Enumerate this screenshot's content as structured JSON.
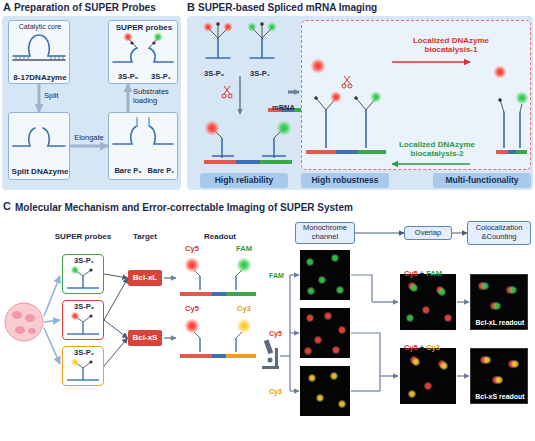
{
  "diagram": {
    "nodes": [
      {
        "text": [
          "A",
          "Preparation of SUPER Probes"
        ]
      },
      {
        "text": [
          "Catalytic core",
          "8-17DNAzyme"
        ],
        "in": 0
      },
      {
        "text": [
          "Split DNAzyme"
        ],
        "in": 0
      },
      {
        "text": [
          "Bare P₀",
          "Bare P₁"
        ],
        "in": 0
      },
      {
        "text": [
          "SUPER probes",
          "3S-P₀",
          "3S-P₁"
        ],
        "in": 0
      },
      {
        "text": [
          "B",
          "SUPER-based Spliced mRNA Imaging"
        ]
      },
      {
        "text": [
          "High reliability"
        ],
        "in": 5
      },
      {
        "text": [
          "Localized DNAzyme biocatalysis-1",
          "Localized DNAzyme biocatalysis-2"
        ],
        "in": 5
      },
      {
        "text": [
          "High robustness"
        ],
        "in": 5
      },
      {
        "text": [
          "Multi-functionality"
        ],
        "in": 5
      },
      {
        "text": [
          "3S-P₁"
        ]
      },
      {
        "text": [
          "3S-P₀"
        ]
      },
      {
        "text": [
          "3S-P₂"
        ]
      },
      {
        "text": [
          "Bcl-xL"
        ]
      },
      {
        "text": [
          "Bcl-xS"
        ]
      },
      {
        "text": [
          "Monochrome channel"
        ]
      },
      {
        "text": [
          "Overlap"
        ]
      },
      {
        "text": [
          "Colocalization &Counting"
        ]
      },
      {
        "text": [
          "Bcl-xL readout"
        ]
      },
      {
        "text": [
          "Bcl-xS readout"
        ]
      }
    ],
    "edges": [
      {
        "from": 1,
        "to": 2,
        "label": "Split",
        "arrow": "to"
      },
      {
        "from": 2,
        "to": 3,
        "label": "Elongate",
        "arrow": "to"
      },
      {
        "from": 3,
        "to": 4,
        "label": "Substrates loading",
        "arrow": "to"
      },
      {
        "from": 10,
        "to": 13,
        "arrow": "to"
      },
      {
        "from": 11,
        "to": 13,
        "arrow": "to"
      },
      {
        "from": 11,
        "to": 14,
        "arrow": "to"
      },
      {
        "from": 12,
        "to": 14,
        "arrow": "to"
      },
      {
        "from": 15,
        "to": 16,
        "arrow": "to"
      },
      {
        "from": 16,
        "to": 17,
        "arrow": "to"
      }
    ],
    "labels": [
      "3S-P₀",
      "3S-P₁",
      "mRNA",
      "C",
      "Molecular Mechanism and Error-correctable Imaging of SUPER System",
      "SUPER probes",
      "Target",
      "Readout",
      "Cy5",
      "FAM",
      "Cy5",
      "Cy3",
      "FAM",
      "Cy5",
      "Cy3",
      "Cy5",
      "+",
      "FAM",
      "Cy5",
      "+",
      "Cy3"
    ]
  }
}
